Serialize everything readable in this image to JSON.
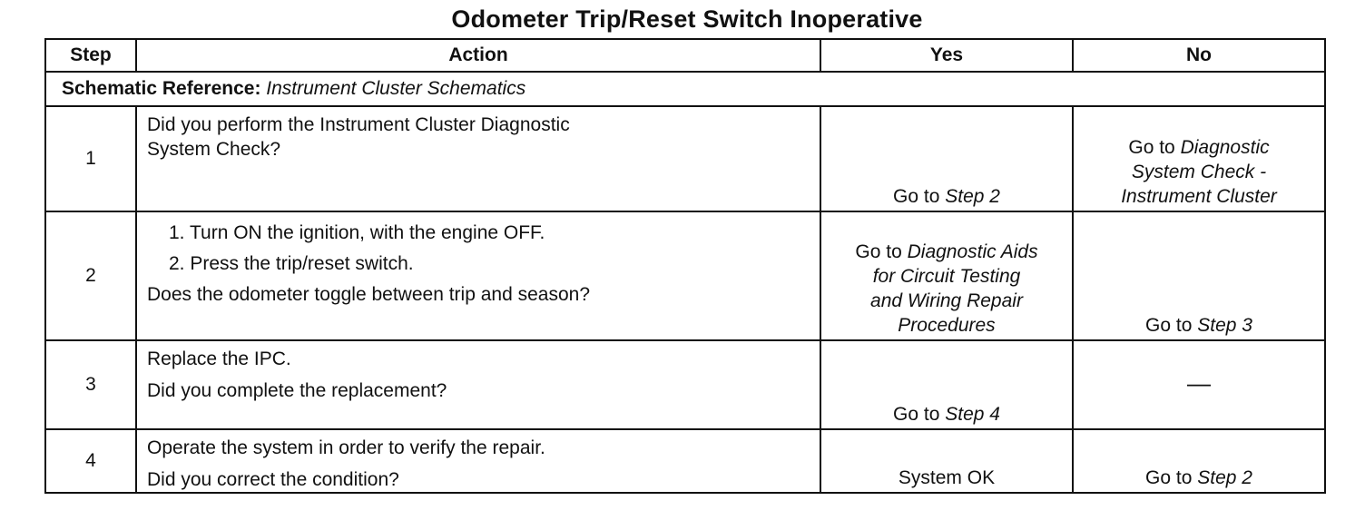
{
  "title": "Odometer Trip/Reset Switch Inoperative",
  "headers": {
    "step": "Step",
    "action": "Action",
    "yes": "Yes",
    "no": "No"
  },
  "schematic": {
    "label": "Schematic Reference:",
    "value": "Instrument Cluster Schematics"
  },
  "rows": [
    {
      "step": "1",
      "action": {
        "line1": "Did you perform the Instrument Cluster Diagnostic",
        "line2": "System Check?"
      },
      "yes": {
        "prefix": "Go to ",
        "target": "Step 2"
      },
      "no": {
        "prefix": "Go to ",
        "target_line1": "Diagnostic",
        "target_line2": "System Check -",
        "target_line3": "Instrument Cluster"
      }
    },
    {
      "step": "2",
      "action": {
        "item1_num": "1.",
        "item1_text": "Turn ON the ignition, with the engine OFF.",
        "item2_num": "2.",
        "item2_text": "Press the trip/reset switch.",
        "question": "Does the odometer toggle between trip and season?"
      },
      "yes": {
        "prefix": "Go to ",
        "target_line1": "Diagnostic Aids",
        "target_line2": "for Circuit Testing",
        "target_line3": "and Wiring Repair",
        "target_line4": "Procedures"
      },
      "no": {
        "prefix": "Go to ",
        "target": "Step 3"
      }
    },
    {
      "step": "3",
      "action": {
        "line1": "Replace the IPC.",
        "question": "Did you complete the replacement?"
      },
      "yes": {
        "prefix": "Go to ",
        "target": "Step 4"
      },
      "no": {
        "text": "—"
      }
    },
    {
      "step": "4",
      "action": {
        "line1": "Operate the system in order to verify the repair.",
        "question": "Did you correct the condition?"
      },
      "yes": {
        "text": "System OK"
      },
      "no": {
        "prefix": "Go to ",
        "target": "Step 2"
      }
    }
  ]
}
